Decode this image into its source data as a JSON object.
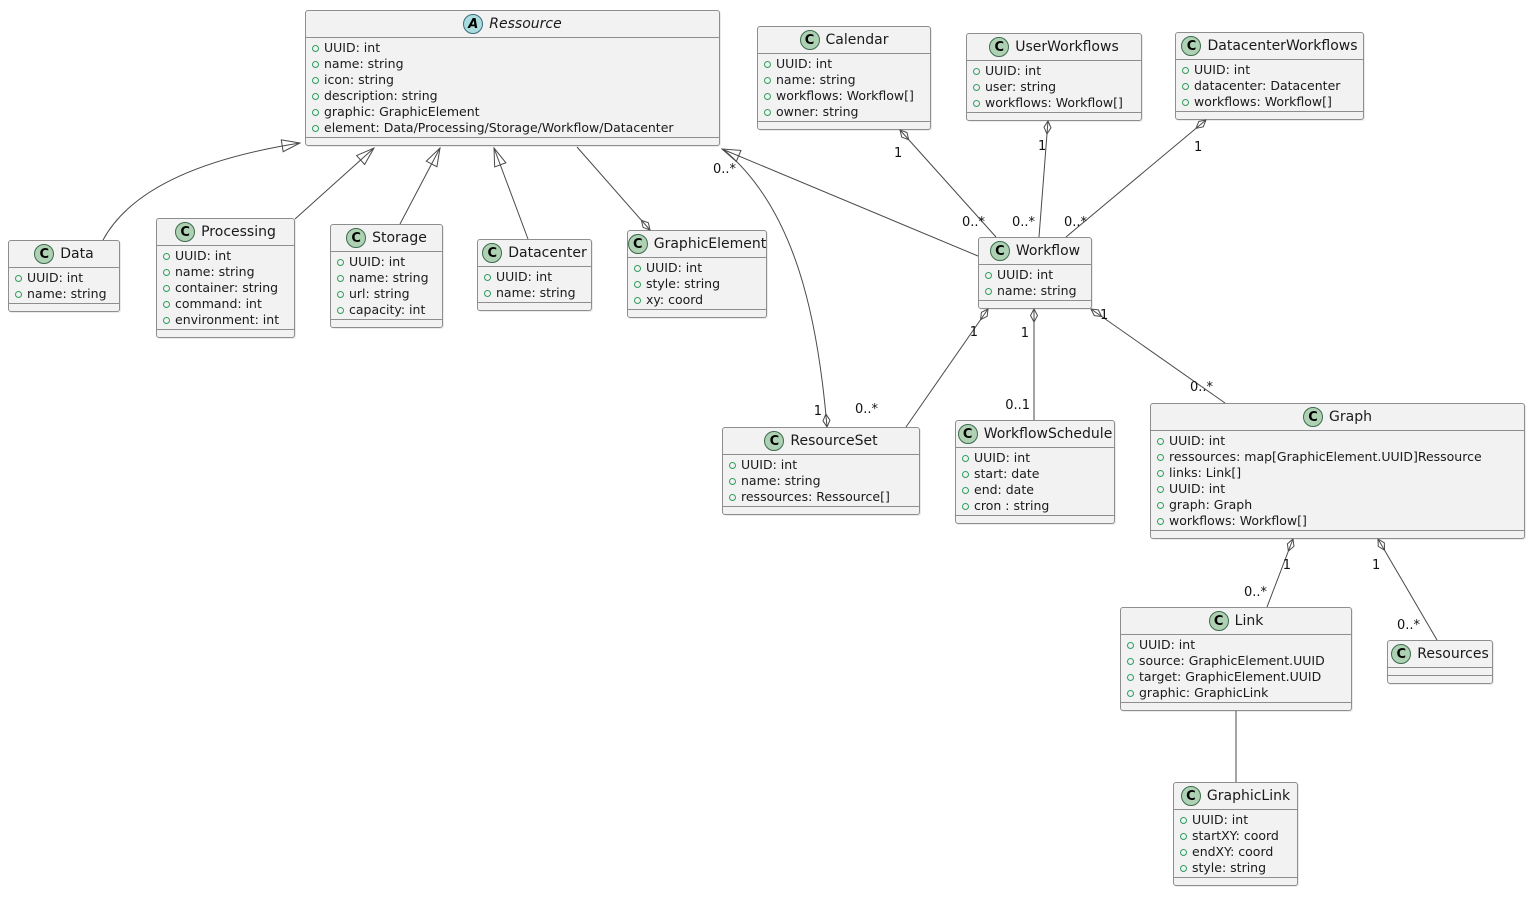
{
  "diagram": {
    "kind": "uml-class-diagram"
  },
  "colors": {
    "class_icon_bg": "#ADD1B2",
    "abstract_icon_bg": "#A9DCDF",
    "box_fill": "#F2F2F2",
    "box_border": "#8E8E8E",
    "edge_line": "#4A4A4A",
    "attribute_dot": "#2F9E5F"
  },
  "classes": [
    {
      "name": "Ressource",
      "kind": "abstract",
      "icon_letter": "A",
      "attrs": [
        "UUID: int",
        "name: string",
        "icon: string",
        "description: string",
        "graphic: GraphicElement",
        "element: Data/Processing/Storage/Workflow/Datacenter"
      ]
    },
    {
      "name": "Calendar",
      "kind": "class",
      "icon_letter": "C",
      "attrs": [
        "UUID: int",
        "name: string",
        "workflows: Workflow[]",
        "owner: string"
      ]
    },
    {
      "name": "UserWorkflows",
      "kind": "class",
      "icon_letter": "C",
      "attrs": [
        "UUID: int",
        "user: string",
        "workflows: Workflow[]"
      ]
    },
    {
      "name": "DatacenterWorkflows",
      "kind": "class",
      "icon_letter": "C",
      "attrs": [
        "UUID: int",
        "datacenter: Datacenter",
        "workflows: Workflow[]"
      ]
    },
    {
      "name": "Data",
      "kind": "class",
      "icon_letter": "C",
      "attrs": [
        "UUID: int",
        "name: string"
      ]
    },
    {
      "name": "Processing",
      "kind": "class",
      "icon_letter": "C",
      "attrs": [
        "UUID: int",
        "name: string",
        "container: string",
        "command: int",
        "environment: int"
      ]
    },
    {
      "name": "Storage",
      "kind": "class",
      "icon_letter": "C",
      "attrs": [
        "UUID: int",
        "name: string",
        "url: string",
        "capacity: int"
      ]
    },
    {
      "name": "Datacenter",
      "kind": "class",
      "icon_letter": "C",
      "attrs": [
        "UUID: int",
        "name: string"
      ]
    },
    {
      "name": "GraphicElement",
      "kind": "class",
      "icon_letter": "C",
      "attrs": [
        "UUID: int",
        "style: string",
        "xy: coord"
      ]
    },
    {
      "name": "Workflow",
      "kind": "class",
      "icon_letter": "C",
      "attrs": [
        "UUID: int",
        "name: string"
      ]
    },
    {
      "name": "ResourceSet",
      "kind": "class",
      "icon_letter": "C",
      "attrs": [
        "UUID: int",
        "name: string",
        "ressources: Ressource[]"
      ]
    },
    {
      "name": "WorkflowSchedule",
      "kind": "class",
      "icon_letter": "C",
      "attrs": [
        "UUID: int",
        "start: date",
        "end: date",
        "cron : string"
      ]
    },
    {
      "name": "Graph",
      "kind": "class",
      "icon_letter": "C",
      "attrs": [
        "UUID: int",
        "ressources: map[GraphicElement.UUID]Ressource",
        "links: Link[]",
        "UUID: int",
        "graph: Graph",
        "workflows: Workflow[]"
      ]
    },
    {
      "name": "Link",
      "kind": "class",
      "icon_letter": "C",
      "attrs": [
        "UUID: int",
        "source: GraphicElement.UUID",
        "target: GraphicElement.UUID",
        "graphic: GraphicLink"
      ]
    },
    {
      "name": "Resources",
      "kind": "class",
      "icon_letter": "C",
      "attrs": []
    },
    {
      "name": "GraphicLink",
      "kind": "class",
      "icon_letter": "C",
      "attrs": [
        "UUID: int",
        "startXY: coord",
        "endXY: coord",
        "style: string"
      ]
    }
  ],
  "edges": [
    {
      "name": "data-to-ressource",
      "type": "inheritance"
    },
    {
      "name": "processing-to-ressource",
      "type": "inheritance"
    },
    {
      "name": "storage-to-ressource",
      "type": "inheritance"
    },
    {
      "name": "datacenter-to-ressource",
      "type": "inheritance"
    },
    {
      "name": "workflow-to-ressource",
      "type": "inheritance"
    },
    {
      "name": "ressource-graphicelement",
      "type": "aggregation"
    },
    {
      "name": "calendar-workflow",
      "type": "aggregation",
      "source_label": "1",
      "target_label": "0..*"
    },
    {
      "name": "userworkflows-workflow",
      "type": "aggregation",
      "source_label": "1",
      "target_label": "0..*"
    },
    {
      "name": "datacenterworkflows-workflow",
      "type": "aggregation",
      "source_label": "1",
      "target_label": "0..*"
    },
    {
      "name": "workflow-resourceset",
      "type": "aggregation",
      "source_label": "1",
      "target_label": "0..*"
    },
    {
      "name": "workflow-workflowschedule",
      "type": "aggregation",
      "source_label": "1",
      "target_label": "0..1"
    },
    {
      "name": "workflow-graph",
      "type": "aggregation",
      "source_label": "1",
      "target_label": "0..*"
    },
    {
      "name": "resourceset-ressource",
      "type": "aggregation",
      "source_label": "1",
      "target_label": "0..*"
    },
    {
      "name": "graph-link",
      "type": "aggregation",
      "source_label": "1",
      "target_label": "0..*"
    },
    {
      "name": "graph-resources",
      "type": "aggregation",
      "source_label": "1",
      "target_label": "0..*"
    },
    {
      "name": "link-graphiclink",
      "type": "association"
    }
  ]
}
